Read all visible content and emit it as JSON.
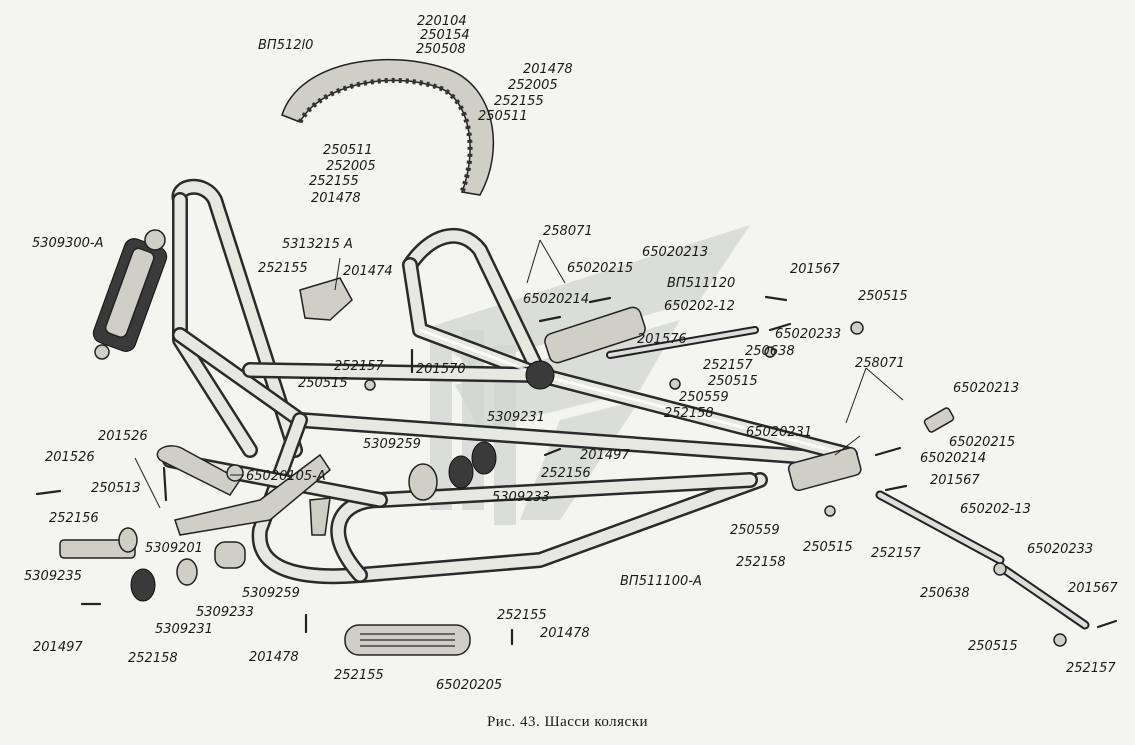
{
  "caption": "Рис. 43. Шасси коляски",
  "labels": [
    {
      "id": "l-220104",
      "text": "220104"
    },
    {
      "id": "l-250154",
      "text": "250154"
    },
    {
      "id": "l-250508",
      "text": "250508"
    },
    {
      "id": "l-vp512l0",
      "text": "ВП512l0"
    },
    {
      "id": "l-201478-a",
      "text": "201478"
    },
    {
      "id": "l-252005-a",
      "text": "252005"
    },
    {
      "id": "l-252155-a",
      "text": "252155"
    },
    {
      "id": "l-250511-a",
      "text": "250511"
    },
    {
      "id": "l-250511-b",
      "text": "250511"
    },
    {
      "id": "l-252005-b",
      "text": "252005"
    },
    {
      "id": "l-252155-b",
      "text": "252155"
    },
    {
      "id": "l-201478-b",
      "text": "201478"
    },
    {
      "id": "l-5309300",
      "text": "5309300-А"
    },
    {
      "id": "l-5313215",
      "text": "5313215 А"
    },
    {
      "id": "l-252155-c",
      "text": "252155"
    },
    {
      "id": "l-201474",
      "text": "201474"
    },
    {
      "id": "l-258071-a",
      "text": "258071"
    },
    {
      "id": "l-65020213-a",
      "text": "65020213"
    },
    {
      "id": "l-65020215-a",
      "text": "65020215"
    },
    {
      "id": "l-65020214-a",
      "text": "65020214"
    },
    {
      "id": "l-vp511120",
      "text": "ВП511120"
    },
    {
      "id": "l-201567-a",
      "text": "201567"
    },
    {
      "id": "l-250515-a",
      "text": "250515"
    },
    {
      "id": "l-650202-12",
      "text": "650202-12"
    },
    {
      "id": "l-65020233-a",
      "text": "65020233"
    },
    {
      "id": "l-201576",
      "text": "201576"
    },
    {
      "id": "l-250638-a",
      "text": "250638"
    },
    {
      "id": "l-252157-a",
      "text": "252157"
    },
    {
      "id": "l-250515-b",
      "text": "250515"
    },
    {
      "id": "l-250559-a",
      "text": "250559"
    },
    {
      "id": "l-252158-a",
      "text": "252158"
    },
    {
      "id": "l-252157-b",
      "text": "252157"
    },
    {
      "id": "l-250515-c",
      "text": "250515"
    },
    {
      "id": "l-201570",
      "text": "201570"
    },
    {
      "id": "l-5309231-a",
      "text": "5309231"
    },
    {
      "id": "l-5309259-a",
      "text": "5309259"
    },
    {
      "id": "l-201497-a",
      "text": "201497"
    },
    {
      "id": "l-252156-a",
      "text": "252156"
    },
    {
      "id": "l-5309233-a",
      "text": "5309233"
    },
    {
      "id": "l-258071-b",
      "text": "258071"
    },
    {
      "id": "l-65020213-b",
      "text": "65020213"
    },
    {
      "id": "l-65020231",
      "text": "65020231"
    },
    {
      "id": "l-65020215-b",
      "text": "65020215"
    },
    {
      "id": "l-65020214-b",
      "text": "65020214"
    },
    {
      "id": "l-201567-b",
      "text": "201567"
    },
    {
      "id": "l-650202-13",
      "text": "650202-13"
    },
    {
      "id": "l-201526-a",
      "text": "201526"
    },
    {
      "id": "l-201526-b",
      "text": "201526"
    },
    {
      "id": "l-250513",
      "text": "250513"
    },
    {
      "id": "l-252156-b",
      "text": "252156"
    },
    {
      "id": "l-65020105",
      "text": "65020105-А"
    },
    {
      "id": "l-5309201",
      "text": "5309201"
    },
    {
      "id": "l-5309235",
      "text": "5309235"
    },
    {
      "id": "l-5309233-b",
      "text": "5309233"
    },
    {
      "id": "l-5309259-b",
      "text": "5309259"
    },
    {
      "id": "l-5309231-b",
      "text": "5309231"
    },
    {
      "id": "l-201497-b",
      "text": "201497"
    },
    {
      "id": "l-252158-b",
      "text": "252158"
    },
    {
      "id": "l-201478-c",
      "text": "201478"
    },
    {
      "id": "l-252155-d",
      "text": "252155"
    },
    {
      "id": "l-252155-e",
      "text": "252155"
    },
    {
      "id": "l-201478-d",
      "text": "201478"
    },
    {
      "id": "l-65020205",
      "text": "65020205"
    },
    {
      "id": "l-vp511100",
      "text": "ВП511100-А"
    },
    {
      "id": "l-250559-b",
      "text": "250559"
    },
    {
      "id": "l-252158-c",
      "text": "252158"
    },
    {
      "id": "l-250515-d",
      "text": "250515"
    },
    {
      "id": "l-252157-c",
      "text": "252157"
    },
    {
      "id": "l-250638-b",
      "text": "250638"
    },
    {
      "id": "l-65020233-b",
      "text": "65020233"
    },
    {
      "id": "l-201567-c",
      "text": "201567"
    },
    {
      "id": "l-250515-e",
      "text": "250515"
    },
    {
      "id": "l-252157-d",
      "text": "252157"
    }
  ]
}
